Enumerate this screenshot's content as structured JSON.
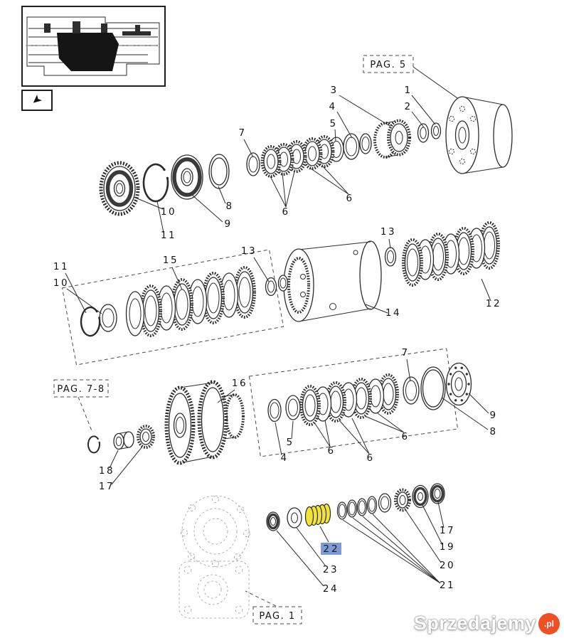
{
  "pag": {
    "pag5": "PAG. 5",
    "pag78": "PAG. 7-8",
    "pag1": "PAG. 1"
  },
  "labels": {
    "top": {
      "n1": "1",
      "n2": "2",
      "n3": "3",
      "n4": "4",
      "n5": "5",
      "n6a": "6",
      "n6b": "6",
      "n7": "7",
      "n8": "8",
      "n9": "9",
      "n10": "10",
      "n11": "11"
    },
    "middle": {
      "n10": "10",
      "n11": "11",
      "n12": "12",
      "n13a": "13",
      "n13b": "13",
      "n14": "14",
      "n15": "15"
    },
    "lower": {
      "n4": "4",
      "n5": "5",
      "n6a": "6",
      "n6b": "6",
      "n6c": "6",
      "n7": "7",
      "n8": "8",
      "n9": "9",
      "n16": "16",
      "n17": "17",
      "n18": "18"
    },
    "bottom": {
      "n17": "17",
      "n19": "19",
      "n20": "20",
      "n21": "21",
      "n22": "22",
      "n23": "23",
      "n24": "24"
    }
  },
  "highlight": {
    "part_number": "22",
    "label_background": "#7d9bd2",
    "part_fill": "#f2e33c"
  },
  "watermark": {
    "brand": "Sprzedajemy",
    "tld": ".pl",
    "badge_color": "#f04e23"
  },
  "icons": {
    "pointer": "➤"
  }
}
